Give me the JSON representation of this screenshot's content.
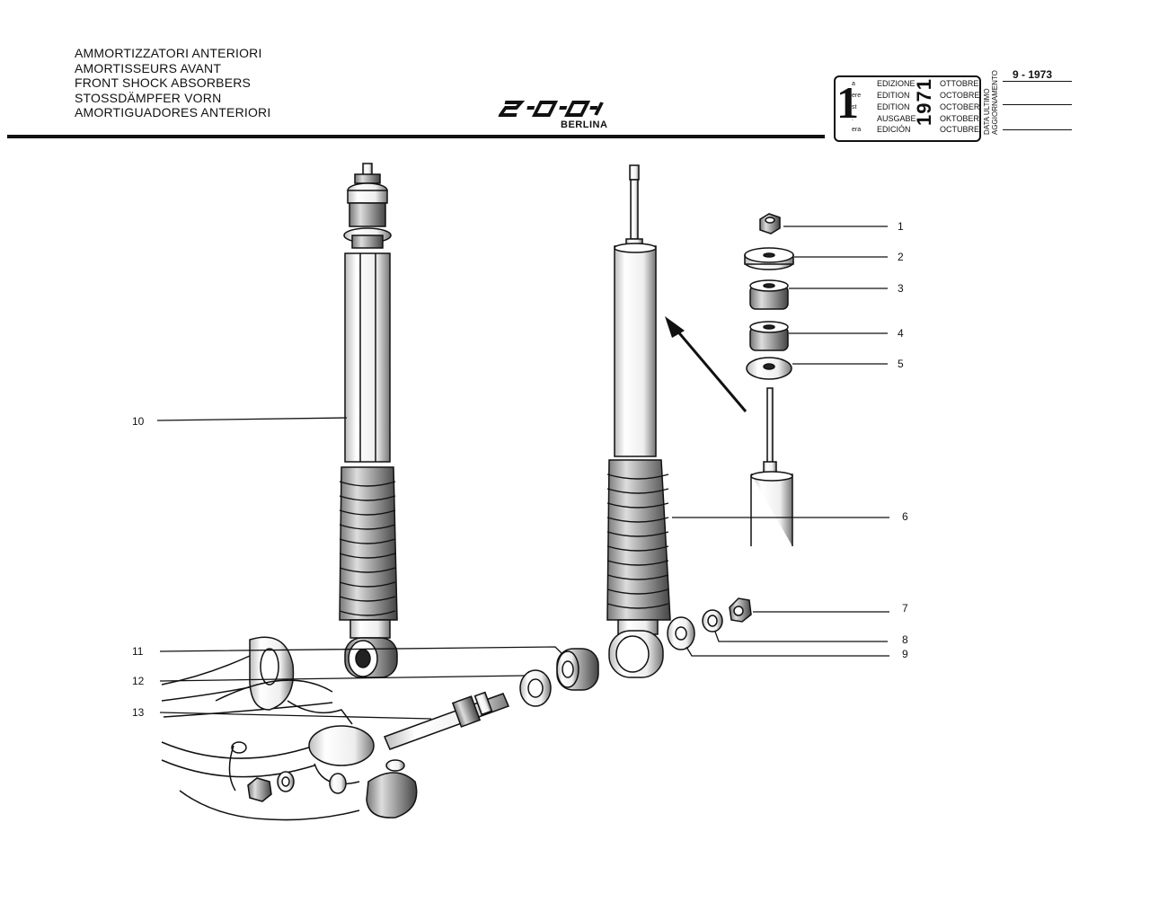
{
  "titles": [
    "AMMORTIZZATORI ANTERIORI",
    "AMORTISSEURS AVANT",
    "FRONT SHOCK ABSORBERS",
    "STOSSDÄMPFER VORN",
    "AMORTIGUADORES ANTERIORI"
  ],
  "logo": {
    "name": "2000",
    "subtitle": "BERLINA"
  },
  "edition": {
    "number": "1",
    "suffixes": [
      "a",
      "ere",
      "st",
      ".",
      "era"
    ],
    "words": [
      "EDIZIONE",
      "EDITION",
      "EDITION",
      "AUSGABE",
      "EDICIÓN"
    ],
    "year": "1971",
    "months": [
      "OTTOBRE",
      "OCTOBRE",
      "OCTOBER",
      "OKTOBER",
      "OCTUBRE"
    ],
    "update_label_1": "DATA ULTIMO",
    "update_label_2": "AGGIORNAMENTO",
    "update_date": "9 - 1973"
  },
  "callouts": [
    "1",
    "2",
    "3",
    "4",
    "5",
    "6",
    "7",
    "8",
    "9",
    "10",
    "11",
    "12",
    "13"
  ]
}
